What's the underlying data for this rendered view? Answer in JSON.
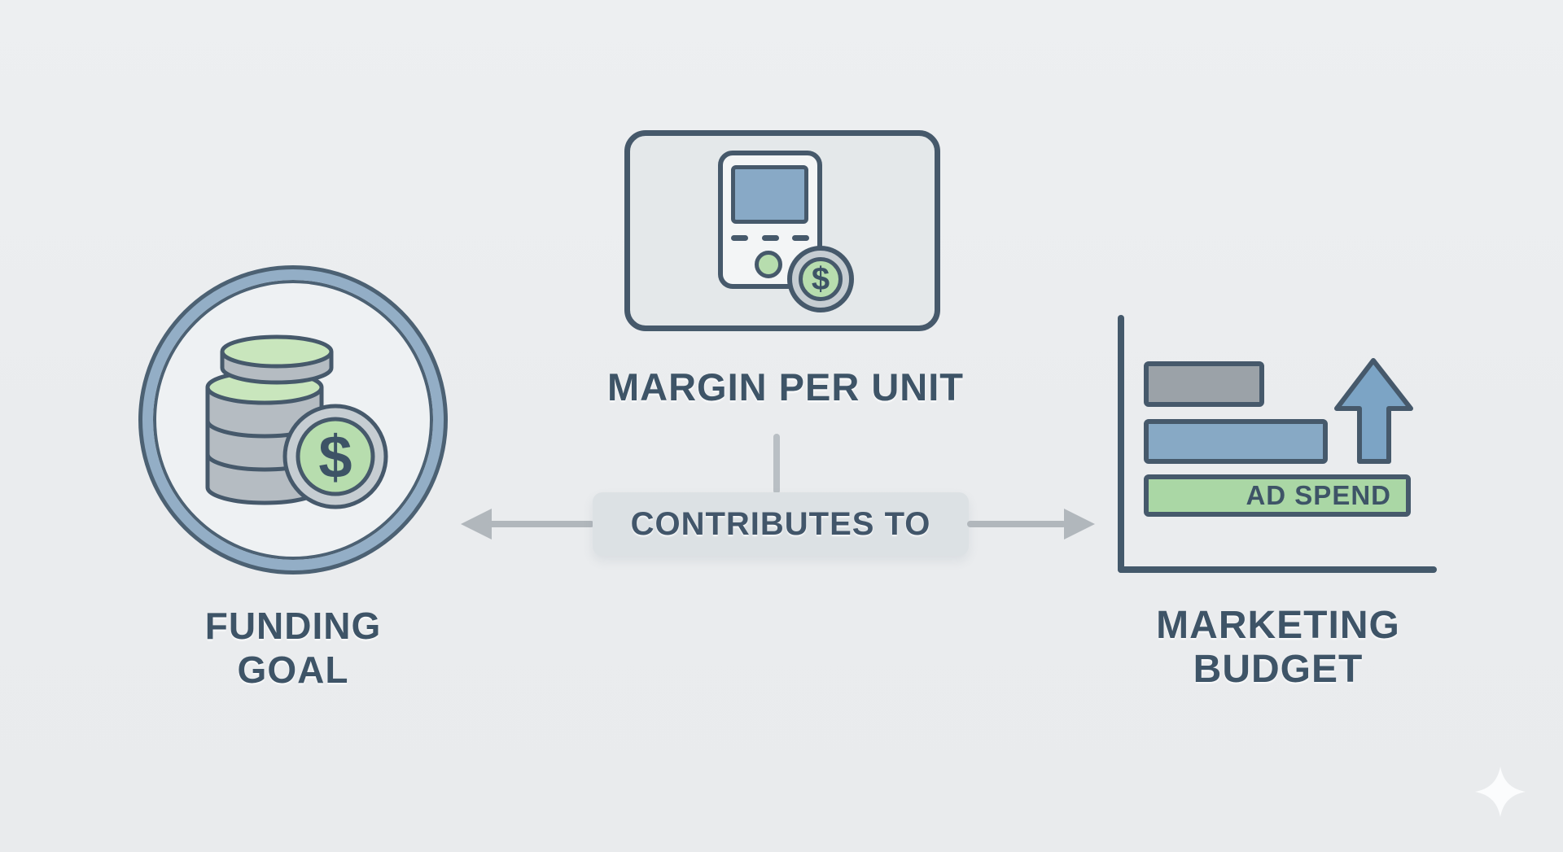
{
  "canvas": {
    "background": "#ebedef"
  },
  "diagram": {
    "funding_goal": {
      "line1": "FUNDING",
      "line2": "GOAL"
    },
    "margin_per_unit": {
      "label": "MARGIN PER UNIT"
    },
    "connector": {
      "label": "CONTRIBUTES TO",
      "arrow_left": "points-left",
      "arrow_right": "points-right"
    },
    "marketing_budget": {
      "line1": "MARKETING",
      "line2": "BUDGET"
    },
    "ad_spend_label": "AD SPEND",
    "dollar_sign": "$"
  },
  "icons": {
    "left_node": "coin-stack-dollar-icon",
    "center_node": "payment-device-dollar-icon",
    "right_node": "bar-chart-growth-icon",
    "corner": "sparkle-icon"
  },
  "colors": {
    "ink": "#3d5366",
    "stroke": "#46596b",
    "blue_fill": "#87a9c5",
    "green_fill": "#aad7a5",
    "green_coin": "#b7ddae",
    "gray_fill": "#9ba2a8",
    "ring_blue": "#93aec6",
    "arrow_gray": "#b1b7bc",
    "card_fill": "#e4e8ea",
    "box_fill": "#dce1e4",
    "sparkle": "#fbfcfd"
  }
}
